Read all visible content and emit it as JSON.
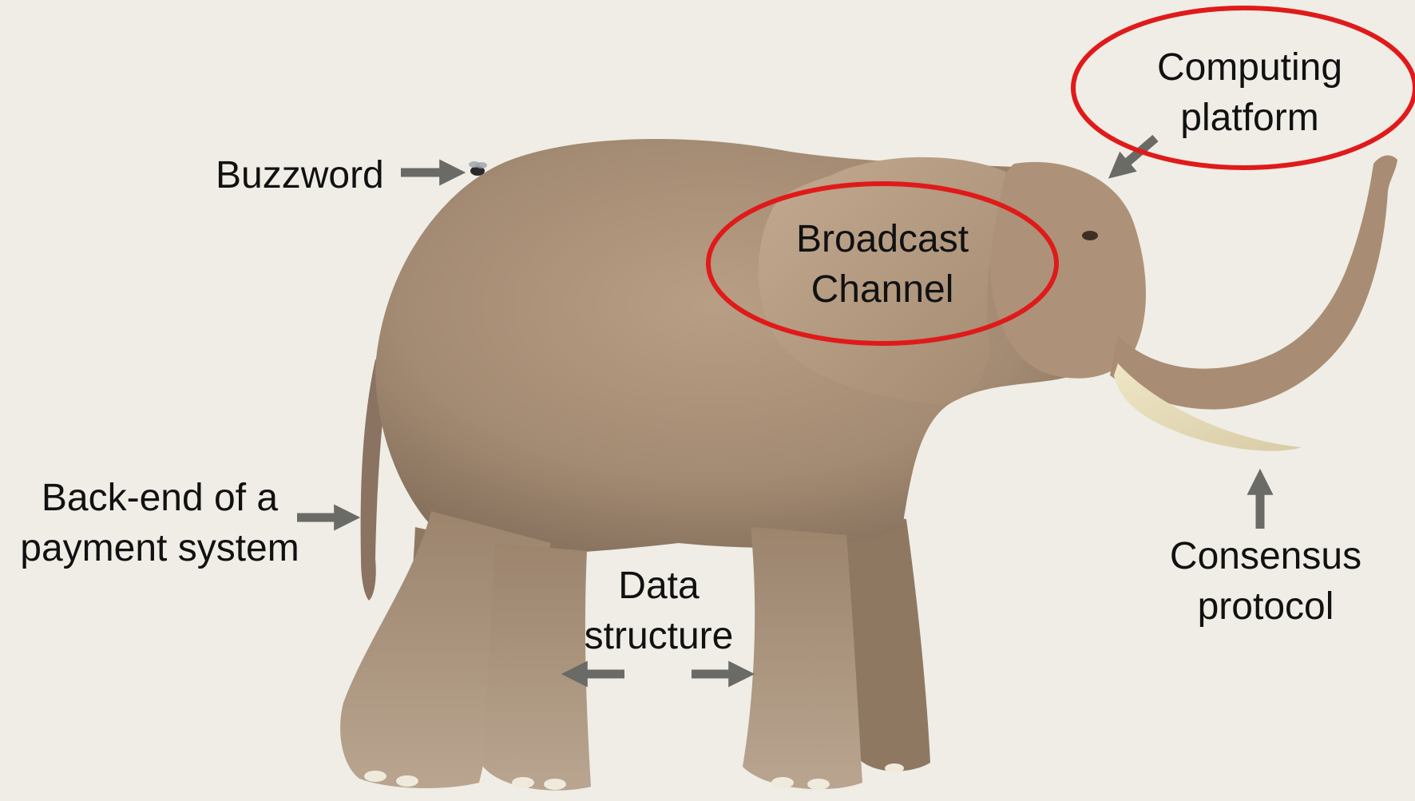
{
  "colors": {
    "background": "#efede5",
    "highlight": "#e01a1a",
    "arrow": "#6a6a66",
    "elephant_skin": "#a58d75"
  },
  "labels": {
    "buzzword": [
      "Buzzword"
    ],
    "backend": [
      "Back-end of a",
      "payment system"
    ],
    "data_structure": [
      "Data",
      "structure"
    ],
    "consensus": [
      "Consensus",
      "protocol"
    ],
    "computing": [
      "Computing",
      "platform"
    ],
    "broadcast": [
      "Broadcast",
      "Channel"
    ]
  },
  "highlighted": [
    "computing",
    "broadcast"
  ],
  "icons": {
    "fly": "fly-icon",
    "arrow": "arrow-icon"
  }
}
